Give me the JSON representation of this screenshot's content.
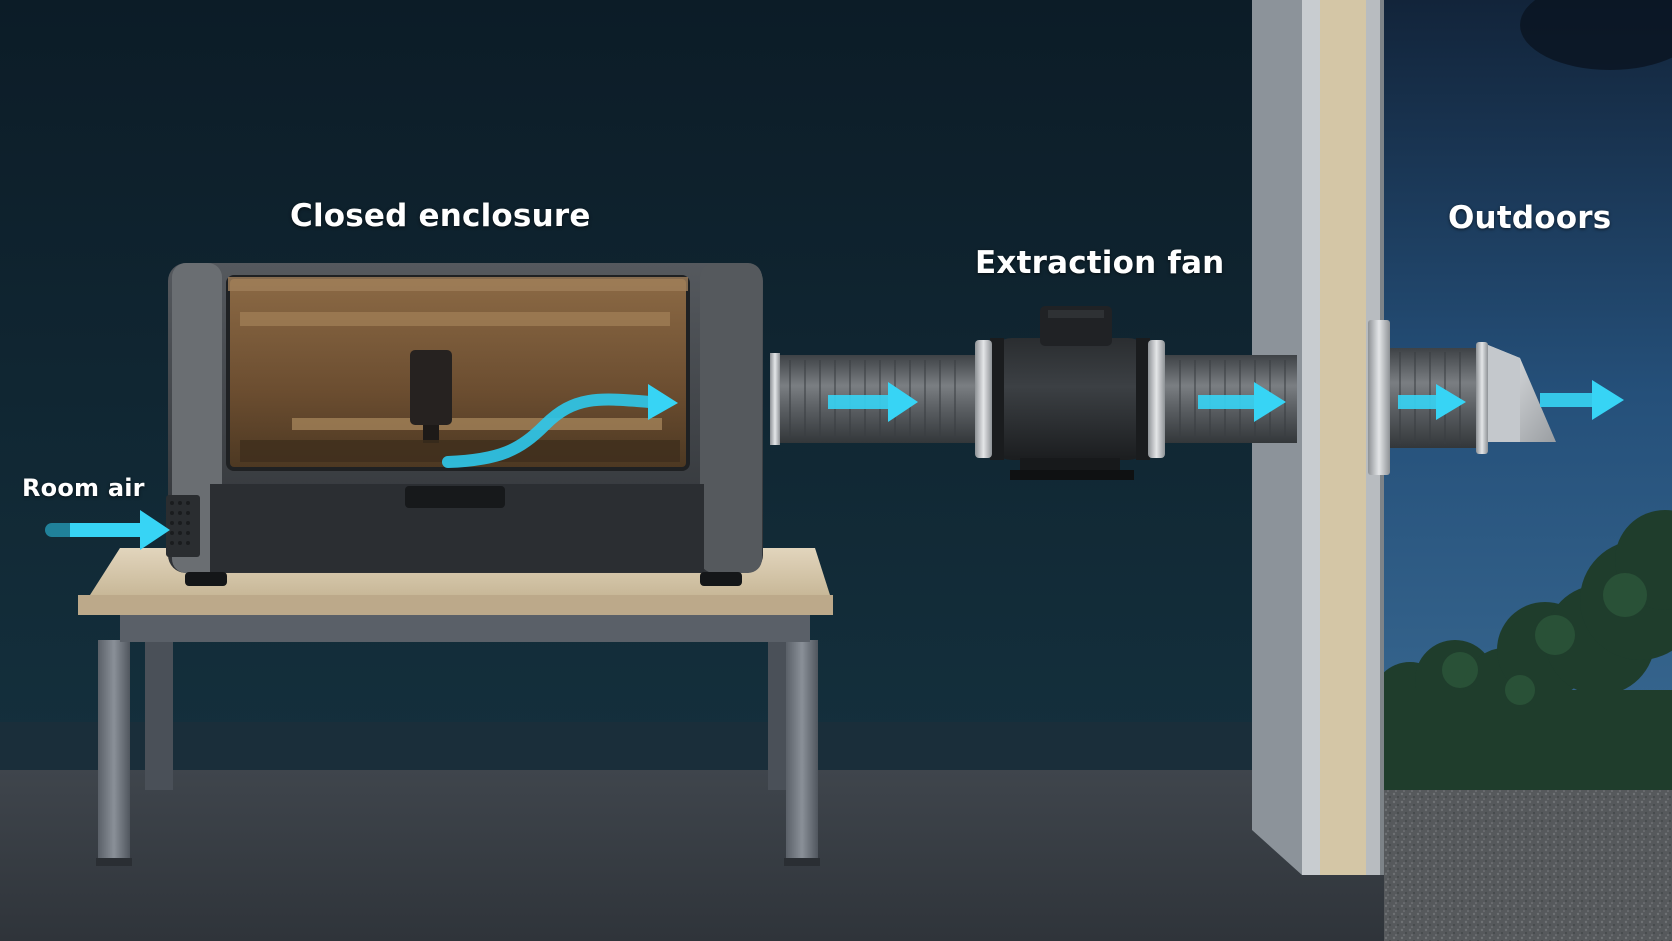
{
  "labels": {
    "enclosure": "Closed enclosure",
    "fan": "Extraction fan",
    "outdoors": "Outdoors",
    "room_air": "Room air"
  },
  "colors": {
    "airflow": "#2ec9ec",
    "wall_dark": "#0f2330",
    "floor": "#3b4148",
    "sky": "#22476c",
    "enclosure_body": "#3d4146",
    "amber_window": "#7a5a38",
    "duct": "#5e6266",
    "tabletop": "#d6c7ad"
  },
  "icons": [
    "airflow-arrow-icon",
    "fan-motor-icon",
    "vent-hood-icon"
  ]
}
